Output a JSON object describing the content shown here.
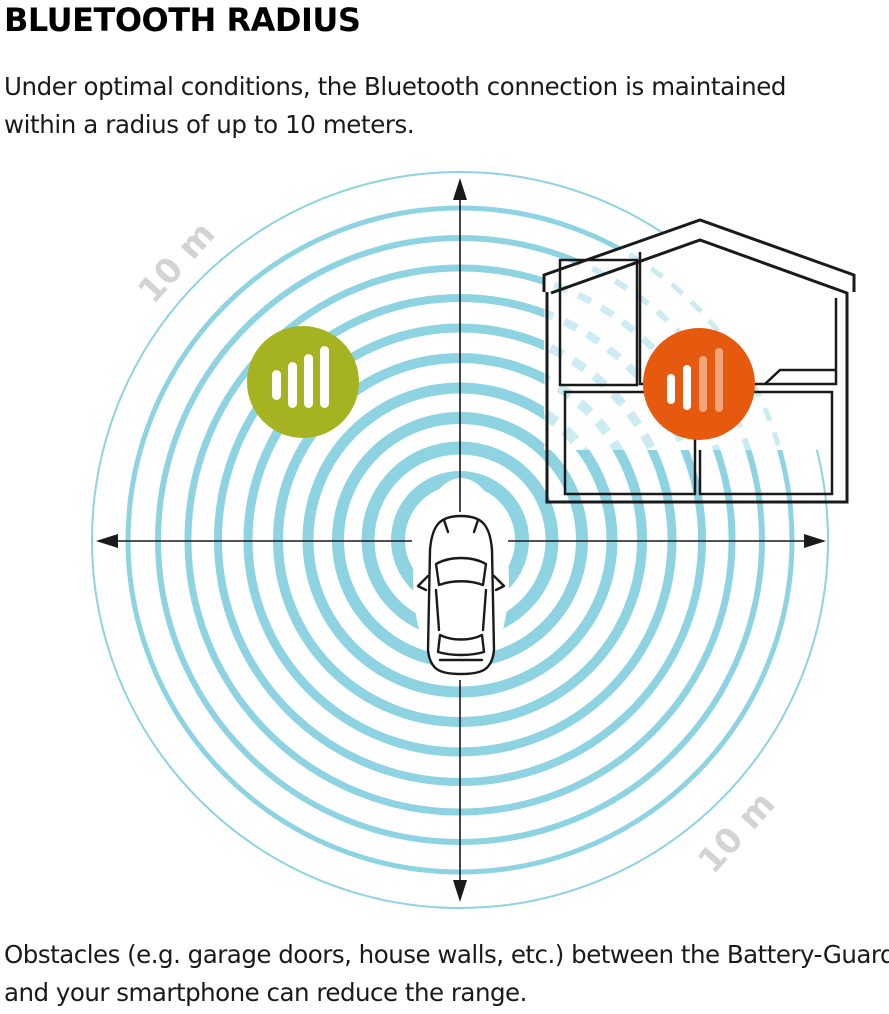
{
  "title": "BLUETOOTH RADIUS",
  "intro": {
    "line1": "Under optimal conditions, the Bluetooth connection is maintained",
    "line2": "within a radius of up to 10 meters."
  },
  "outro": {
    "line1": "Obstacles (e.g. garage doors, house walls, etc.) between the Battery-Guard",
    "line2": "and your smartphone can reduce the range."
  },
  "diagram": {
    "radius_label_top": "10 m",
    "radius_label_bottom": "10 m",
    "icons": {
      "car": "car-icon",
      "house": "house-icon",
      "strong_signal": "signal-strong-icon",
      "weak_signal": "signal-weak-icon"
    }
  },
  "colors": {
    "title_green": "#9bb31d",
    "wave_blue": "#8ed3e2",
    "strong_signal": "#a5b320",
    "weak_signal": "#e65a0f",
    "axis": "#1a1a1a",
    "label_gray": "#d3d3d3"
  }
}
